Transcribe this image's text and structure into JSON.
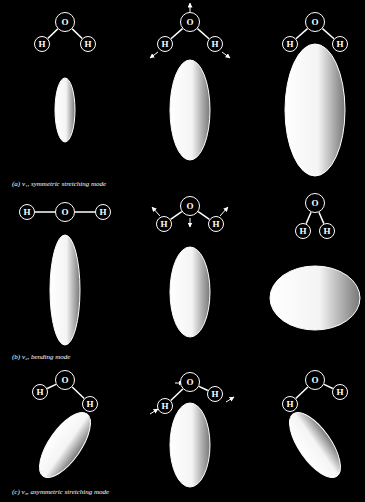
{
  "diagram": {
    "nodes": [
      {
        "text": [
          "O"
        ]
      },
      {
        "text": [
          "H"
        ]
      },
      {
        "text": [
          "H"
        ]
      },
      {
        "text": [
          "O"
        ]
      },
      {
        "text": [
          "H"
        ]
      },
      {
        "text": [
          "H"
        ]
      },
      {
        "text": [
          "O"
        ]
      },
      {
        "text": [
          "H"
        ]
      },
      {
        "text": [
          "H"
        ]
      },
      {
        "text": [
          "O"
        ]
      },
      {
        "text": [
          "H"
        ]
      },
      {
        "text": [
          "H"
        ]
      },
      {
        "text": [
          "O"
        ]
      },
      {
        "text": [
          "H"
        ]
      },
      {
        "text": [
          "H"
        ]
      },
      {
        "text": [
          "O"
        ]
      },
      {
        "text": [
          "H"
        ]
      },
      {
        "text": [
          "H"
        ]
      },
      {
        "text": [
          "O"
        ]
      },
      {
        "text": [
          "H"
        ]
      },
      {
        "text": [
          "H"
        ]
      },
      {
        "text": [
          "O"
        ]
      },
      {
        "text": [
          "H"
        ]
      },
      {
        "text": [
          "H"
        ]
      },
      {
        "text": [
          "O"
        ]
      },
      {
        "text": [
          "H"
        ]
      },
      {
        "text": [
          "H"
        ]
      }
    ],
    "edges": [
      {
        "from": 0,
        "to": 1,
        "arrow": "none"
      },
      {
        "from": 0,
        "to": 2,
        "arrow": "none"
      },
      {
        "from": 3,
        "to": 4,
        "arrow": "none"
      },
      {
        "from": 3,
        "to": 5,
        "arrow": "none"
      },
      {
        "from": 6,
        "to": 7,
        "arrow": "none"
      },
      {
        "from": 6,
        "to": 8,
        "arrow": "none"
      },
      {
        "from": 9,
        "to": 10,
        "arrow": "none"
      },
      {
        "from": 9,
        "to": 11,
        "arrow": "none"
      },
      {
        "from": 12,
        "to": 13,
        "arrow": "none"
      },
      {
        "from": 12,
        "to": 14,
        "arrow": "none"
      },
      {
        "from": 15,
        "to": 16,
        "arrow": "none"
      },
      {
        "from": 15,
        "to": 17,
        "arrow": "none"
      },
      {
        "from": 18,
        "to": 19,
        "arrow": "none"
      },
      {
        "from": 18,
        "to": 20,
        "arrow": "none"
      },
      {
        "from": 21,
        "to": 22,
        "arrow": "none"
      },
      {
        "from": 21,
        "to": 23,
        "arrow": "none"
      },
      {
        "from": 24,
        "to": 25,
        "arrow": "none"
      },
      {
        "from": 24,
        "to": 26,
        "arrow": "none"
      }
    ],
    "labels": [
      "(a) ν₁, symmetric stretching mode",
      "(b) ν₂, bending mode",
      "(c) ν₃, asymmetric stretching mode"
    ]
  }
}
